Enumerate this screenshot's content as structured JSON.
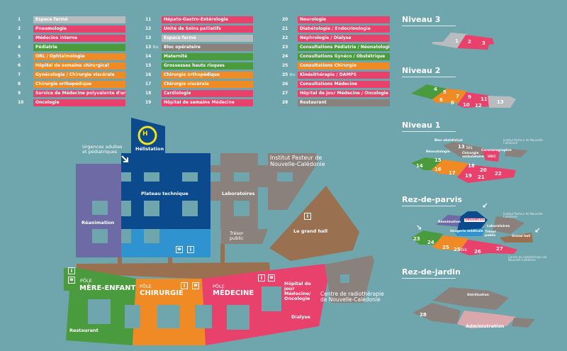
{
  "colors": {
    "background": "#6fa5ad",
    "pink": "#e8416b",
    "orange": "#f08a24",
    "green": "#4a9a3e",
    "light_gray": "#b9bcbf",
    "taupe": "#8a817c",
    "dark_blue": "#0b4a8c",
    "light_blue": "#2f93cf",
    "purple": "#6d6aa6",
    "brown": "#9a7150"
  },
  "legend": [
    {
      "num": "1",
      "label": "Espace fermé",
      "color": "#b9bcbf"
    },
    {
      "num": "2",
      "label": "Pneumologie",
      "color": "#e8416b"
    },
    {
      "num": "3",
      "label": "Médecine interne",
      "color": "#e8416b"
    },
    {
      "num": "4",
      "label": "Pédiatrie",
      "color": "#4a9a3e"
    },
    {
      "num": "5",
      "label": "ORL / Ophtalmologie",
      "color": "#f08a24"
    },
    {
      "num": "6",
      "label": "Hôpital de semaine chirurgical",
      "color": "#f08a24"
    },
    {
      "num": "7",
      "label": "Gynécologie / Chirurgie viscérale",
      "color": "#f08a24"
    },
    {
      "num": "8",
      "label": "Chirurgie orthopédique",
      "color": "#f08a24"
    },
    {
      "num": "9",
      "label": "Service de Médecine polyvalente d'urgence",
      "color": "#e8416b"
    },
    {
      "num": "10",
      "label": "Oncologie",
      "color": "#e8416b"
    },
    {
      "num": "11",
      "label": "Hépato-Gastro-Entérologie",
      "color": "#e8416b"
    },
    {
      "num": "12",
      "label": "Unité de Soins palliatifs",
      "color": "#e8416b"
    },
    {
      "num": "13",
      "label": "Espace fermé",
      "color": "#b9bcbf"
    },
    {
      "num": "13",
      "bis": "Bis",
      "label": "Bloc opérateire",
      "color": "#8a817c"
    },
    {
      "num": "14",
      "label": "Maternité",
      "color": "#4a9a3e"
    },
    {
      "num": "15",
      "label": "Grossesses hauts risques",
      "color": "#4a9a3e"
    },
    {
      "num": "16",
      "label": "Chirurgie orthopédique",
      "color": "#f08a24"
    },
    {
      "num": "17",
      "label": "Chirurgie viscérale",
      "color": "#f08a24"
    },
    {
      "num": "18",
      "label": "Cardiologie",
      "color": "#e8416b"
    },
    {
      "num": "19",
      "label": "Hôpital de semaine Médecine",
      "color": "#e8416b"
    },
    {
      "num": "20",
      "label": "Neurologie",
      "color": "#e8416b"
    },
    {
      "num": "21",
      "label": "Diabétologie / Endocrinologie",
      "color": "#e8416b"
    },
    {
      "num": "22",
      "label": "Néphrologie / Dialyse",
      "color": "#e8416b"
    },
    {
      "num": "23",
      "label": "Consultations Pédiatrie / Néonatologie",
      "color": "#4a9a3e"
    },
    {
      "num": "24",
      "label": "Consultations Gynéco / Obstétrique",
      "color": "#4a9a3e"
    },
    {
      "num": "25",
      "label": "Consultations Chirurgie",
      "color": "#f08a24"
    },
    {
      "num": "25",
      "bis": "Bis",
      "label": "Kinésithérapie / DAMPS",
      "color": "#e8416b"
    },
    {
      "num": "26",
      "label": "Consultations Médecine",
      "color": "#e8416b"
    },
    {
      "num": "27",
      "label": "Hôpital de jour Médecine / Oncologie",
      "color": "#e8416b"
    },
    {
      "num": "28",
      "label": "Restaurant",
      "color": "#8a817c"
    }
  ],
  "map": {
    "urgences": "Urgences adultes et pédiatriques",
    "heli_symbol": "H",
    "helistation": "Hélistation",
    "plateau": "Plateau technique",
    "reanimation": "Réanimation",
    "laboratoires": "Laboratoires",
    "pasteur": "Institut Pasteur de Nouvelle-Calédonie",
    "tresor": "Trésor public",
    "grand_hall": "Le grand hall",
    "pole": "PÔLE",
    "mere_enfant": "MÈRE-ENFANT",
    "chirurgie": "CHIRURGIE",
    "medecine": "MÉDECINE",
    "hopital_jour": "Hôpital de jour Médecine/ Oncologie",
    "dialyse": "Dialyse",
    "restaurant": "Restaurant",
    "radiotherapie": "Centre de radiothérapie de Nouvelle-Calédonie",
    "info_symbol": "i",
    "phone_symbol": "☎"
  },
  "levels": {
    "n3": {
      "title": "Niveau 3",
      "nums": [
        "1",
        "2",
        "3"
      ]
    },
    "n2": {
      "title": "Niveau 2",
      "nums": [
        "4",
        "5",
        "6",
        "7",
        "8",
        "9",
        "10",
        "11",
        "12",
        "13"
      ]
    },
    "n1": {
      "title": "Niveau 1",
      "nums": [
        "13",
        "14",
        "15",
        "16",
        "17",
        "18",
        "19",
        "20",
        "21",
        "22"
      ],
      "bis": "bis",
      "bloc": "Bloc obstétrical",
      "neonat": "Néonatalogie",
      "chir_amb": "Chirurgie ambulatoire",
      "corono": "Coronarographie",
      "usic": "USIC",
      "pasteur": "Institut Pasteur de Nouvelle-Calédonie"
    },
    "rdp": {
      "title": "Rez-de-parvis",
      "nums": [
        "23",
        "24",
        "25",
        "25",
        "26",
        "27"
      ],
      "bis": "bis",
      "urgences": "URGENCES",
      "reanimation": "Réanimation",
      "imagerie": "Imagerie médicale",
      "labos": "Laboratoires",
      "tresor": "Trésor public",
      "grand_hall": "Grand hall",
      "pasteur": "Institut Pasteur de Nouvelle-Calédonie",
      "radio": "Centre de radiothérapie de Nouvelle-Calédonie"
    },
    "rdj": {
      "title": "Rez-de-jardin",
      "num": "28",
      "sterilisation": "Stérilisation",
      "administration": "Administration"
    }
  }
}
